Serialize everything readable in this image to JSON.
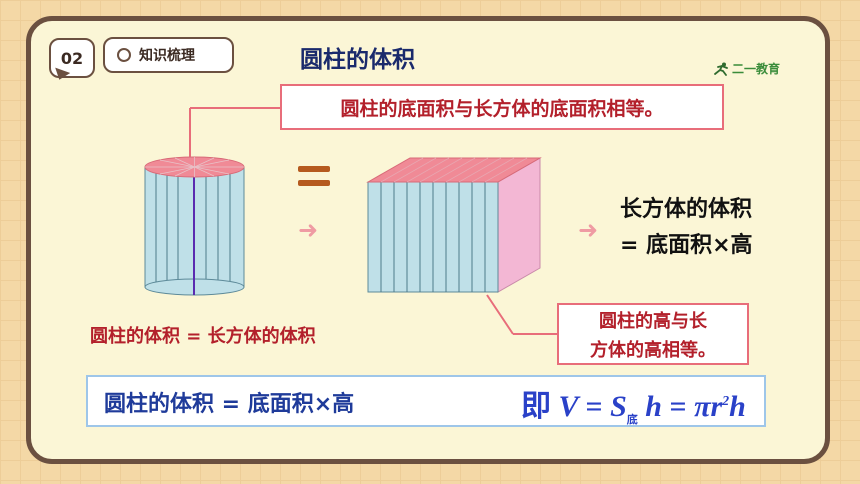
{
  "badge": "02",
  "section_tab": "知识梳理",
  "title": "圆柱的体积",
  "logo_text": "二一教育",
  "note_top": "圆柱的底面积与长方体的底面积相等。",
  "note_bottom": [
    "圆柱的高与长",
    "方体的高相等。"
  ],
  "cuboid_formula": [
    "长方体的体积",
    "= 底面积×高"
  ],
  "volume_equal": "圆柱的体积 = 长方体的体积",
  "summary": {
    "text": "圆柱的体积 = 底面积×高",
    "math_prefix": "即",
    "math": {
      "V": "V",
      "eq1": "=",
      "S": "S",
      "sub": "底",
      "h": "h",
      "eq2": "=",
      "pi_r": "πr",
      "sup": "2",
      "h2": "h"
    }
  },
  "colors": {
    "accent_red": "#b3202b",
    "title_blue": "#1a2a6c",
    "summary_blue": "#1f3b9a",
    "cylinder_top": "#f08a96",
    "column_face": "#bfe0e8",
    "cuboid_side": "#f3b7d4"
  }
}
